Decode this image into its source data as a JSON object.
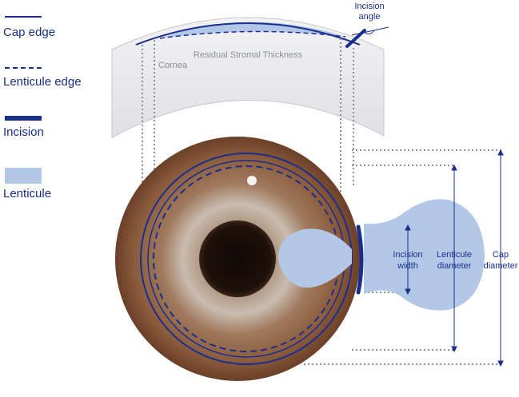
{
  "legend": {
    "cap_edge": "Cap edge",
    "lenticule_edge": "Lenticule edge",
    "incision": "Incision",
    "lenticule": "Lenticule"
  },
  "labels": {
    "incision_angle_1": "Incision",
    "incision_angle_2": "angle",
    "residual": "Residual Stromal Thickness",
    "cornea": "Cornea",
    "incision_width_1": "Incision",
    "incision_width_2": "width",
    "lenticule_diameter_1": "Lenticule",
    "lenticule_diameter_2": "diameter",
    "cap_diameter_1": "Cap",
    "cap_diameter_2": "diameter"
  },
  "colors": {
    "navy": "#1a2f8c",
    "lenticule_fill": "#b3c8e6",
    "iris": "#8a5a3c",
    "dotted": "#8a8f99"
  }
}
